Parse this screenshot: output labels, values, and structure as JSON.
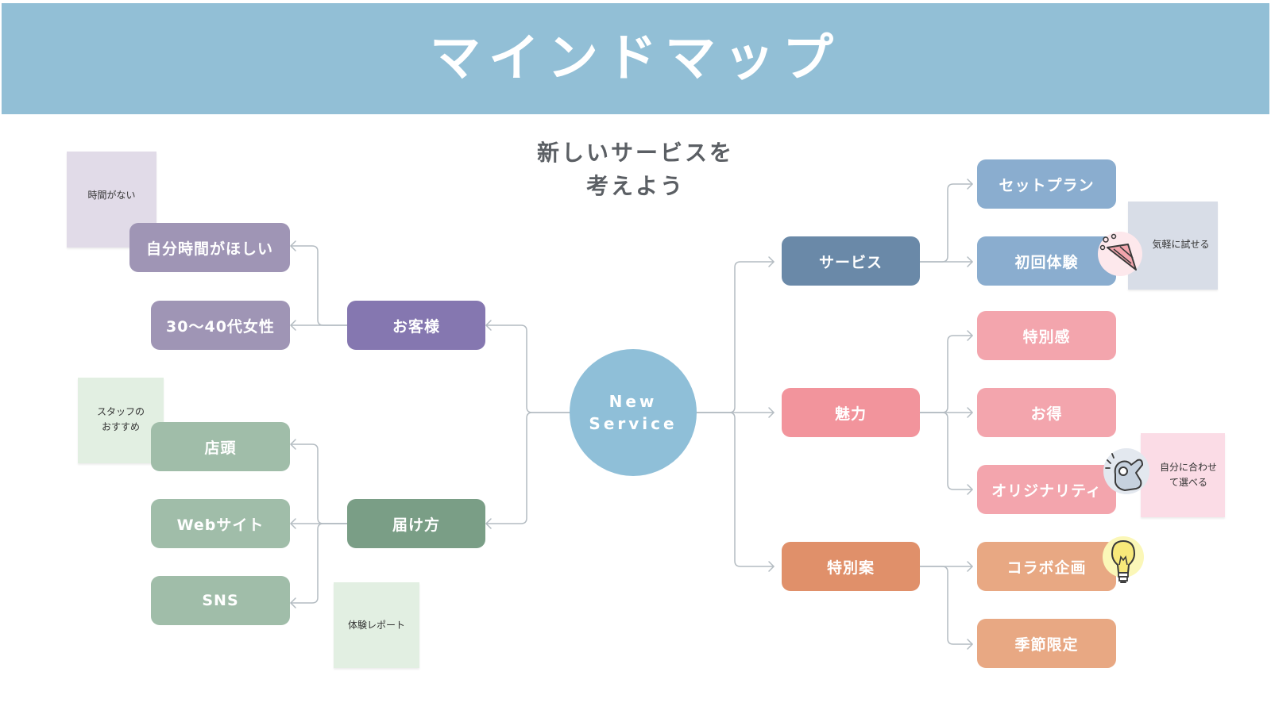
{
  "title": "マインドマップ",
  "subtitle": {
    "line1": "新しいサービスを",
    "line2": "考えよう"
  },
  "center": {
    "line1": "New",
    "line2": "Service"
  },
  "left": {
    "customer": {
      "label": "お客様",
      "children": [
        "自分時間がほしい",
        "30〜40代女性"
      ]
    },
    "delivery": {
      "label": "届け方",
      "children": [
        "店頭",
        "Webサイト",
        "SNS"
      ]
    }
  },
  "right": {
    "service": {
      "label": "サービス",
      "children": [
        "セットプラン",
        "初回体験"
      ]
    },
    "appeal": {
      "label": "魅力",
      "children": [
        "特別感",
        "お得",
        "オリジナリティ"
      ]
    },
    "special": {
      "label": "特別案",
      "children": [
        "コラボ企画",
        "季節限定"
      ]
    }
  },
  "notes": {
    "no_time": "時間がない",
    "staff": {
      "line1": "スタッフの",
      "line2": "おすすめ"
    },
    "report": "体験レポート",
    "easy_try": "気軽に試せる",
    "choose": {
      "line1": "自分に合わせ",
      "line2": "て選べる"
    }
  },
  "icons": [
    "party-popper-icon",
    "ok-hand-icon",
    "light-bulb-icon"
  ],
  "colors": {
    "banner": "#92bfd6",
    "center": "#8fbfd8",
    "customer": "#8577b0",
    "customer_child": "#9f95b5",
    "delivery": "#7a9e86",
    "delivery_child": "#a0bda9",
    "service": "#6a89a8",
    "service_child": "#8aadcf",
    "appeal": "#f2949c",
    "appeal_child": "#f3a5ad",
    "special": "#e0906a",
    "special_child": "#e8a883",
    "connector": "#b4bcc2"
  }
}
